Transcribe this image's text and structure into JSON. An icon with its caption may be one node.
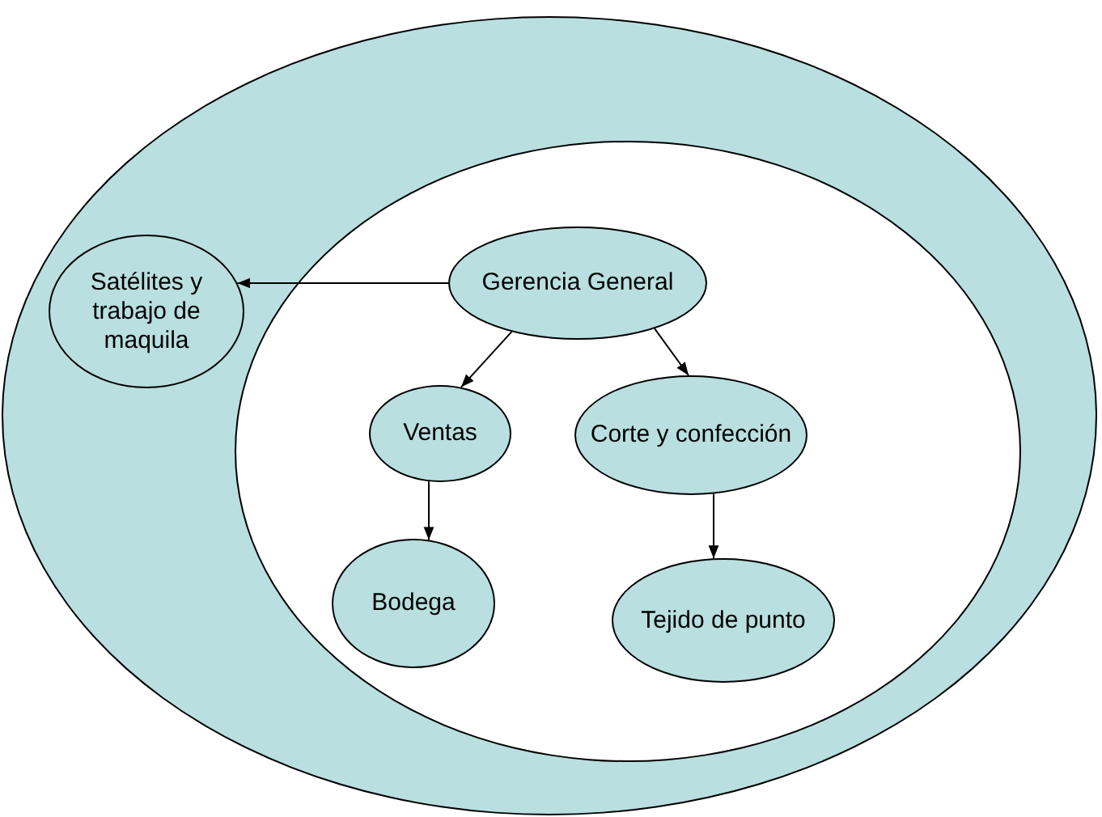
{
  "diagram": {
    "nodes": [
      {
        "text": [],
        "shape": "ellipse"
      },
      {
        "text": [],
        "shape": "ellipse",
        "in": 0
      },
      {
        "text": [
          "Gerencia General"
        ],
        "in": 1
      },
      {
        "text": [
          "Satélites y trabajo de maquila"
        ],
        "in": 0
      },
      {
        "text": [
          "Ventas"
        ],
        "in": 1
      },
      {
        "text": [
          "Corte y confección"
        ],
        "in": 1
      },
      {
        "text": [
          "Bodega"
        ],
        "in": 1
      },
      {
        "text": [
          "Tejido de punto"
        ],
        "in": 1
      }
    ],
    "edges": [
      {
        "from": 2,
        "to": 3,
        "arrow": "to"
      },
      {
        "from": 2,
        "to": 4,
        "arrow": "to"
      },
      {
        "from": 2,
        "to": 5,
        "arrow": "to"
      },
      {
        "from": 4,
        "to": 6,
        "arrow": "to"
      },
      {
        "from": 5,
        "to": 7,
        "arrow": "to"
      }
    ]
  }
}
